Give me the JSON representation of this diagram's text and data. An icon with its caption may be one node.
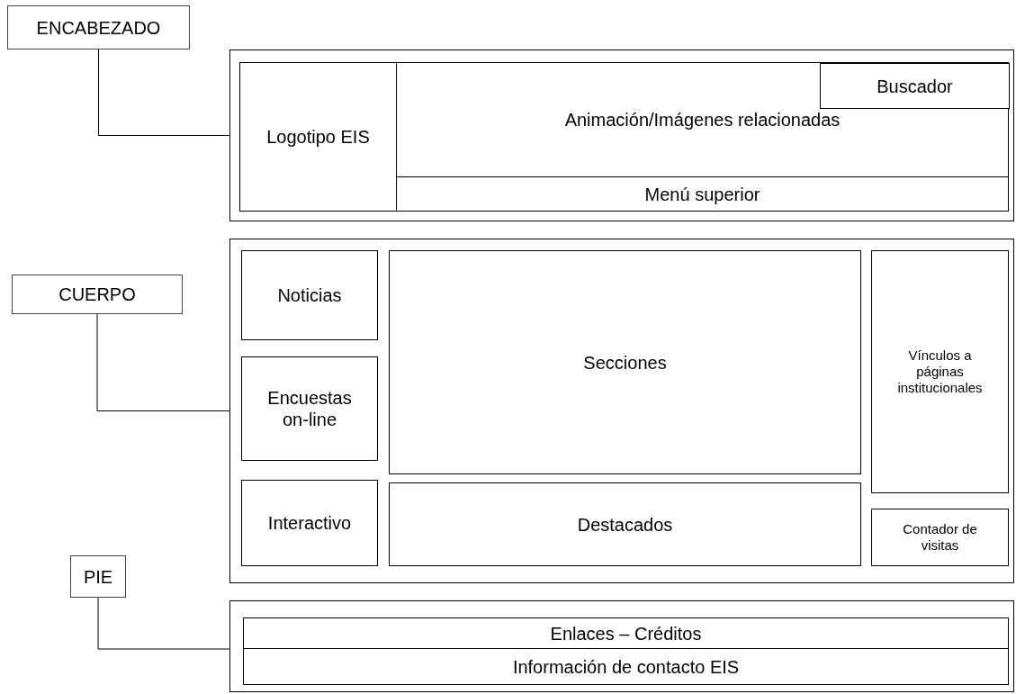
{
  "diagram": {
    "nodes": [
      {
        "text": [
          "ENCABEZADO"
        ]
      },
      {
        "text": [],
        "shape": "box"
      },
      {
        "text": [
          "Logotipo EIS"
        ],
        "in": 1
      },
      {
        "text": [
          "Animación/Imágenes relacionadas"
        ],
        "in": 1
      },
      {
        "text": [
          "Buscador"
        ],
        "in": 3
      },
      {
        "text": [
          "Menú superior"
        ],
        "in": 1
      },
      {
        "text": [
          "CUERPO"
        ]
      },
      {
        "text": [],
        "shape": "box"
      },
      {
        "text": [
          "Noticias"
        ],
        "in": 7
      },
      {
        "text": [
          "Encuestas on-line"
        ],
        "in": 7
      },
      {
        "text": [
          "Interactivo"
        ],
        "in": 7
      },
      {
        "text": [
          "Secciones"
        ],
        "in": 7
      },
      {
        "text": [
          "Destacados"
        ],
        "in": 7
      },
      {
        "text": [
          "Vínculos a páginas institucionales"
        ],
        "in": 7
      },
      {
        "text": [
          "Contador de visitas"
        ],
        "in": 7
      },
      {
        "text": [
          "PIE"
        ]
      },
      {
        "text": [],
        "shape": "box"
      },
      {
        "text": [
          "Enlaces – Créditos"
        ],
        "in": 16
      },
      {
        "text": [
          "Información de contacto EIS"
        ],
        "in": 16
      }
    ],
    "edges": [
      {
        "from": 0,
        "to": 1,
        "arrow": "none"
      },
      {
        "from": 6,
        "to": 7,
        "arrow": "none"
      },
      {
        "from": 15,
        "to": 16,
        "arrow": "none"
      }
    ]
  }
}
